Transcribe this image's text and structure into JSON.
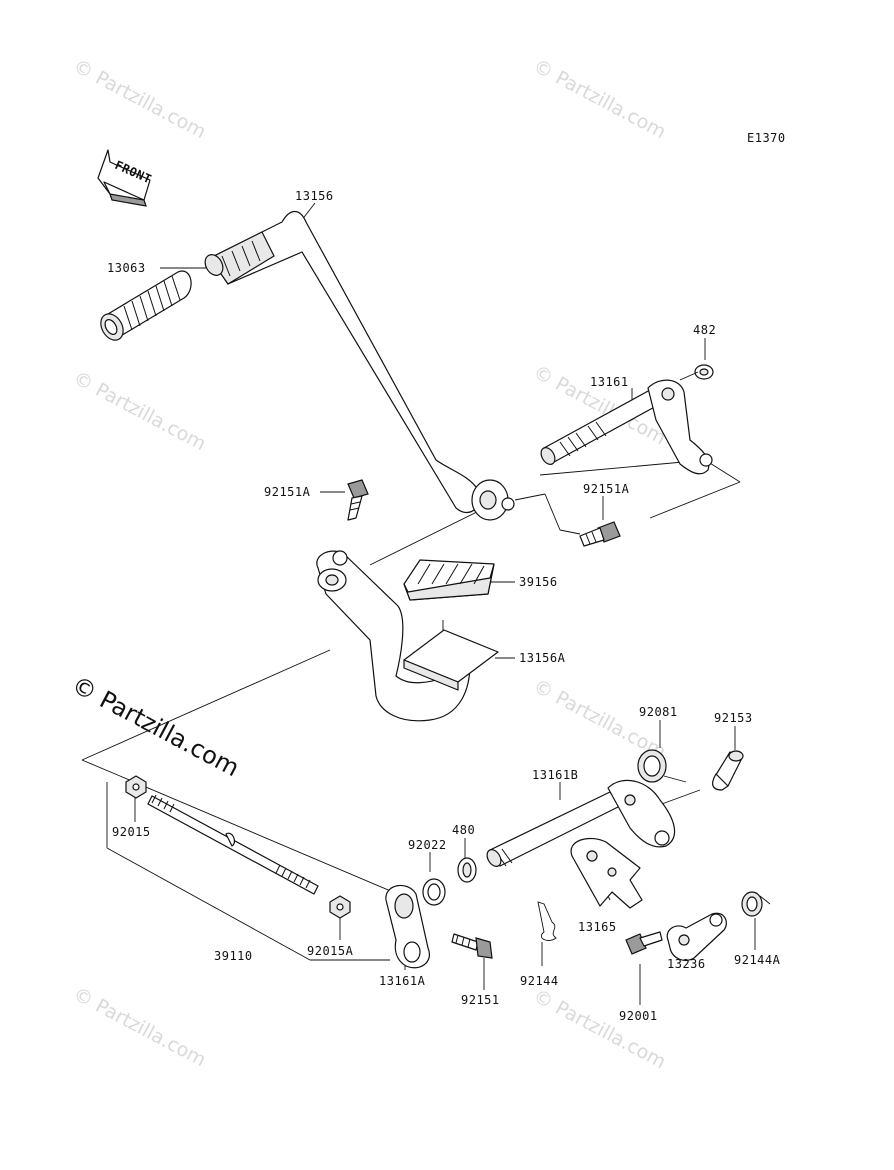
{
  "diagram_code": "E1370",
  "front_arrow": "FRONT",
  "watermark": "© Partzilla.com",
  "parts": {
    "p13156": "13156",
    "p13063": "13063",
    "p482": "482",
    "p13161": "13161",
    "p92151A_left": "92151A",
    "p92151A_right": "92151A",
    "p39156": "39156",
    "p13156A": "13156A",
    "p92081": "92081",
    "p92153": "92153",
    "p13161B": "13161B",
    "p480": "480",
    "p92022": "92022",
    "p92015": "92015",
    "p13165": "13165",
    "p92144": "92144",
    "p92144A": "92144A",
    "p92001": "92001",
    "p13236": "13236",
    "p39110": "39110",
    "p92015A": "92015A",
    "p13161A": "13161A",
    "p92151": "92151"
  }
}
